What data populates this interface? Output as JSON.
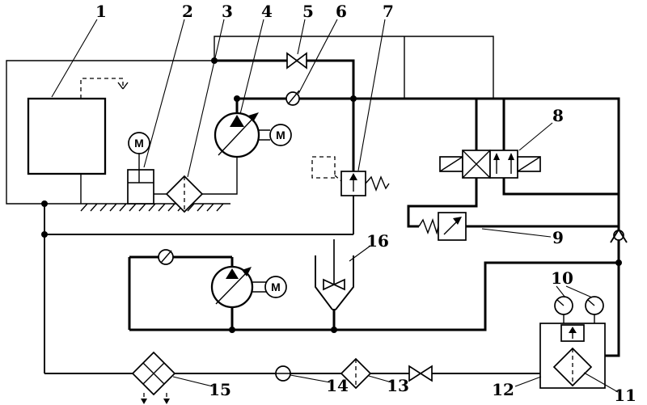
{
  "schematic": {
    "background_color": "#ffffff",
    "line_color": "#000000",
    "motor_letter": "M",
    "labels": [
      "1",
      "2",
      "3",
      "4",
      "5",
      "6",
      "7",
      "8",
      "9",
      "10",
      "11",
      "12",
      "13",
      "14",
      "15",
      "16"
    ]
  }
}
